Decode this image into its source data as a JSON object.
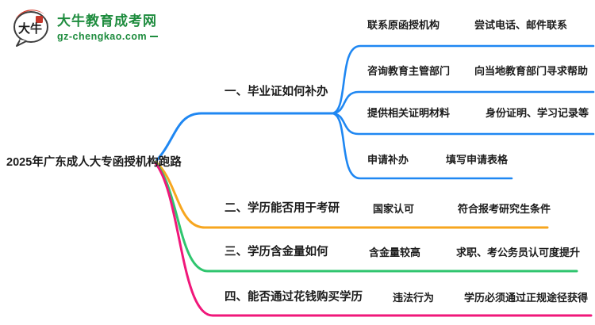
{
  "logo": {
    "glyph": "大牛",
    "title": "大牛教育成考网",
    "domain": "gz-chengkao.com",
    "green": "#1e8c3e",
    "red": "#d2382a"
  },
  "root": {
    "label": "2025年广东成人大专函授机构跑路"
  },
  "branches": [
    {
      "label": "一、毕业证如何补办",
      "color": "#1f87f2",
      "children": [
        {
          "label": "联系原函授机构",
          "detail": "尝试电话、邮件联系"
        },
        {
          "label": "咨询教育主管部门",
          "detail": "向当地教育部门寻求帮助"
        },
        {
          "label": "提供相关证明材料",
          "detail": "身份证明、学习记录等"
        },
        {
          "label": "申请补办",
          "detail": "填写申请表格"
        }
      ]
    },
    {
      "label": "二、学历能否用于考研",
      "color": "#f7a61f",
      "node": "国家认可",
      "detail": "符合报考研究生条件"
    },
    {
      "label": "三、学历含金量如何",
      "color": "#2fc56e",
      "node": "含金量较高",
      "detail": "求职、考公务员认可度提升"
    },
    {
      "label": "四、能否通过花钱购买学历",
      "color": "#f0177a",
      "node": "违法行为",
      "detail": "学历必须通过正规途径获得"
    }
  ]
}
